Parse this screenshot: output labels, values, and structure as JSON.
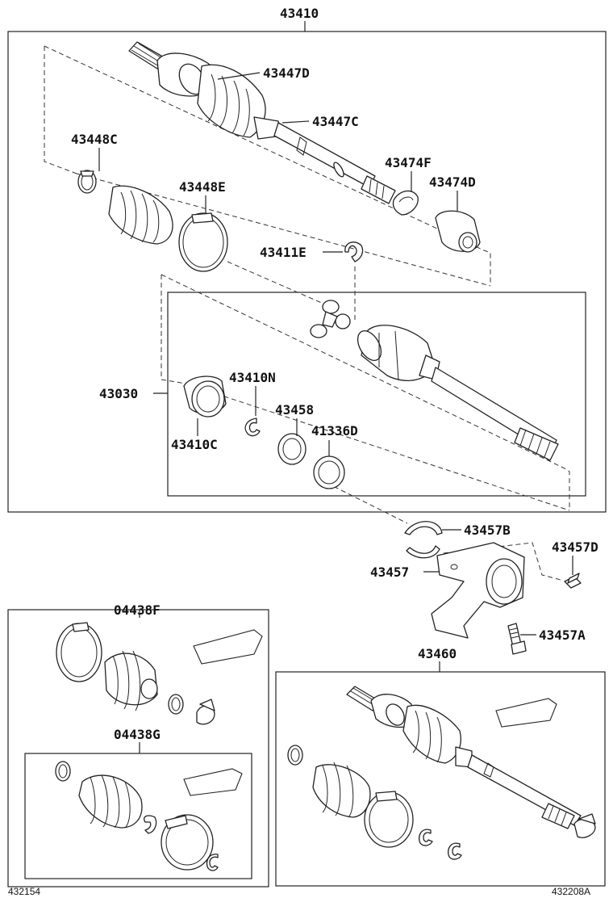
{
  "labels": {
    "assy_43410": "43410",
    "p43447D": "43447D",
    "p43447C": "43447C",
    "p43448C": "43448C",
    "p43448E": "43448E",
    "p43474F": "43474F",
    "p43474D": "43474D",
    "p43411E": "43411E",
    "p43030": "43030",
    "p43410N": "43410N",
    "p43458": "43458",
    "p41336D": "41336D",
    "p43410C": "43410C",
    "p43457B": "43457B",
    "p43457D": "43457D",
    "p43457": "43457",
    "p43457A": "43457A",
    "p43460": "43460",
    "p04438F": "04438F",
    "p04438G": "04438G"
  },
  "footer": {
    "left_code": "432154",
    "right_code": "432208A"
  }
}
